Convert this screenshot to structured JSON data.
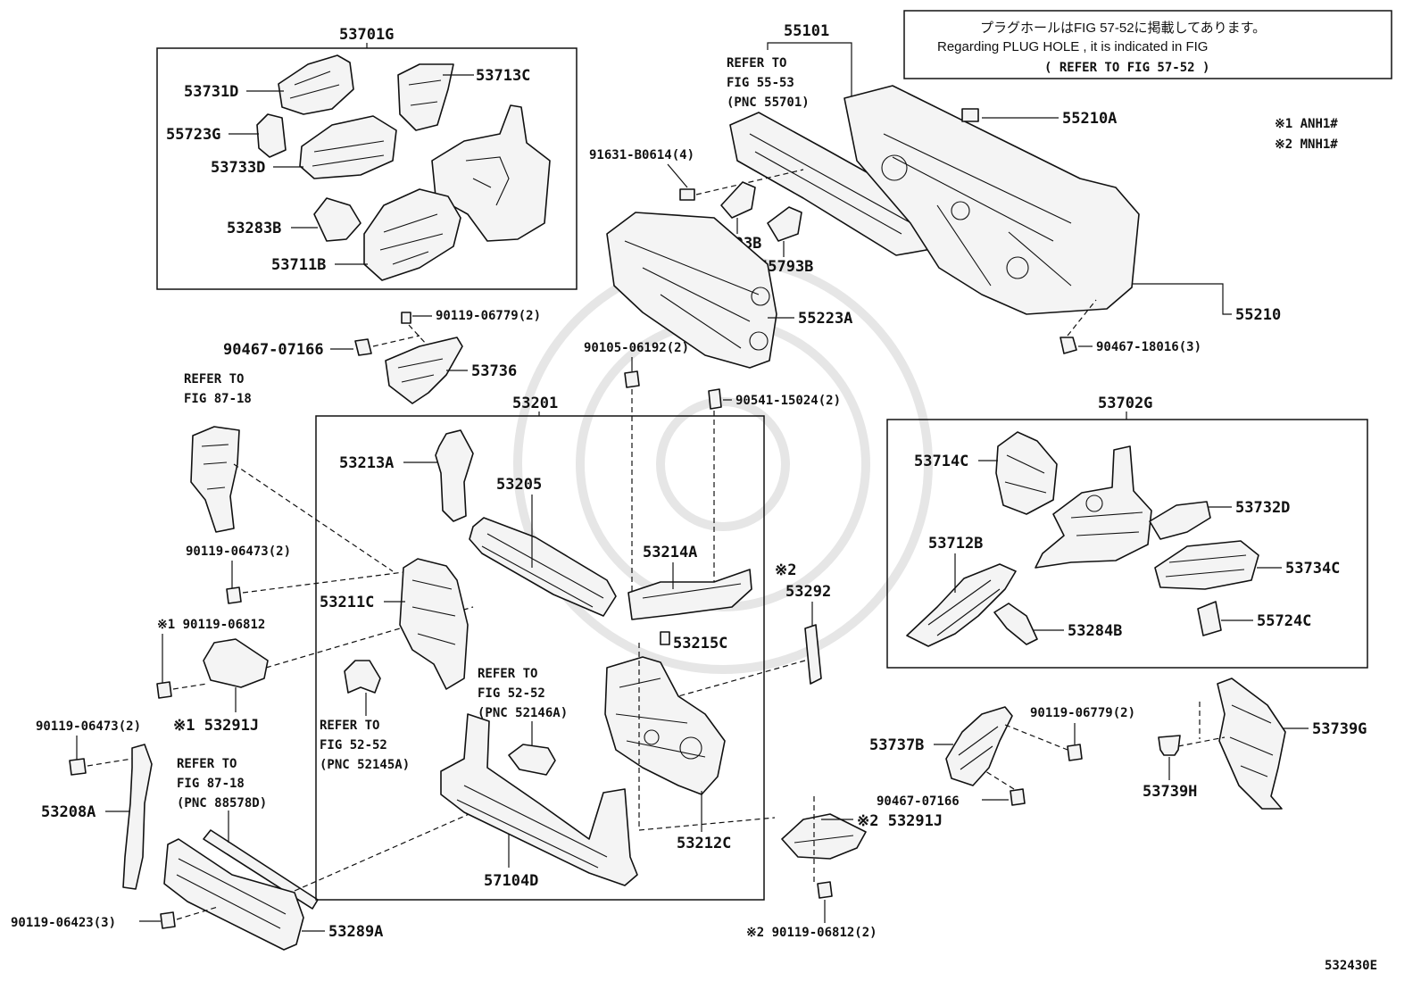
{
  "notice": {
    "line1": "プラグホールはFIG 57-52に掲載してあります。",
    "line2": "Regarding PLUG HOLE , it is indicated in FIG",
    "line3": "( REFER TO FIG 57-52 )"
  },
  "variant_notes": [
    "※1 ANH1#",
    "※2 MNH1#"
  ],
  "figure_id": "532430E",
  "groups": {
    "g53701G": "53701G",
    "g55101": "55101",
    "g53201": "53201",
    "g53702G": "53702G",
    "g55210": "55210"
  },
  "parts": {
    "p53731D": "53731D",
    "p53713C": "53713C",
    "p55723G": "55723G",
    "p53733D": "53733D",
    "p53283B": "53283B",
    "p53711B": "53711B",
    "p55210A": "55210A",
    "p91631": "91631-B0614(4)",
    "p55793B_a": "55793B",
    "p55793B_b": "55793B",
    "p55223A": "55223A",
    "p90467_18016": "90467-18016(3)",
    "p90119_06779a": "90119-06779(2)",
    "p90467_07166a": "90467-07166",
    "p53736": "53736",
    "p90105": "90105-06192(2)",
    "p90541": "90541-15024(2)",
    "p53213A": "53213A",
    "p53205": "53205",
    "p53214A": "53214A",
    "p53211C": "53211C",
    "p53215C": "53215C",
    "p53292": "53292",
    "p53212C": "53212C",
    "p57104D": "57104D",
    "p90119_06473a": "90119-06473(2)",
    "p90119_06812a": "※1 90119-06812",
    "p53291J_a": "※1 53291J",
    "p90119_06473b": "90119-06473(2)",
    "p53208A": "53208A",
    "p90119_06423": "90119-06423(3)",
    "p53289A": "53289A",
    "p53714C": "53714C",
    "p53732D": "53732D",
    "p53712B": "53712B",
    "p53734C": "53734C",
    "p53284B": "53284B",
    "p55724C": "55724C",
    "p90119_06779b": "90119-06779(2)",
    "p53737B": "53737B",
    "p53739G": "53739G",
    "p90467_07166b": "90467-07166",
    "p53739H": "53739H",
    "p53291J_b": "※2 53291J",
    "p90119_06812b": "※2 90119-06812(2)",
    "mark2": "※2"
  },
  "references": {
    "r55701": [
      "REFER TO",
      "FIG 55-53",
      "(PNC 55701)"
    ],
    "r8718a": [
      "REFER TO",
      "FIG 87-18"
    ],
    "r52146A": [
      "REFER TO",
      "FIG 52-52",
      "(PNC 52146A)"
    ],
    "r52145A": [
      "REFER TO",
      "FIG 52-52",
      "(PNC 52145A)"
    ],
    "r88578D": [
      "REFER TO",
      "FIG 87-18",
      "(PNC 88578D)"
    ]
  }
}
